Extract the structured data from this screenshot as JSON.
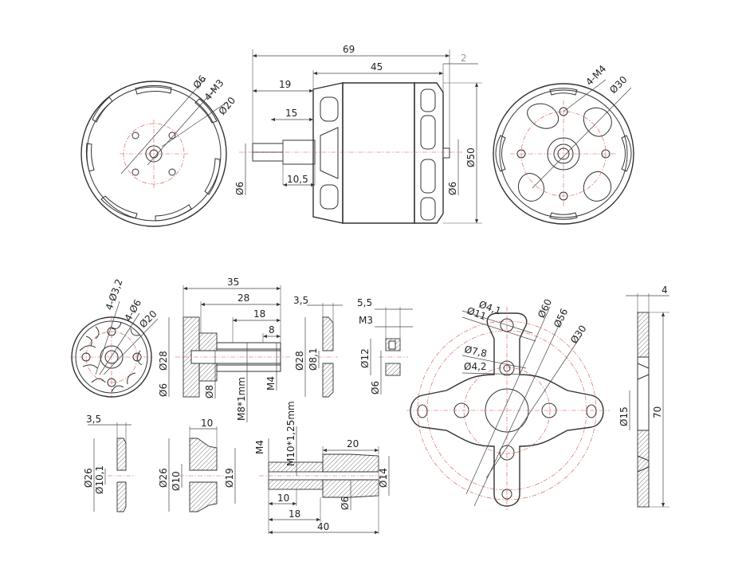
{
  "top_view": {
    "overall_length": "69",
    "body_length": "45",
    "rear_gap": "2",
    "shaft_length": "19",
    "shaft_step": "15",
    "collar_length": "10,5",
    "diameter": "Ø50",
    "shaft_dia": "Ø6",
    "rear_shaft_dia": "Ø6"
  },
  "front_view": {
    "bore": "Ø6",
    "screws": "4-M3",
    "bolt_circle": "Ø20"
  },
  "rear_view": {
    "screws": "4-M4",
    "bolt_circle": "Ø30"
  },
  "prop_adapter": {
    "holes": "4-Ø3,2",
    "bore": "4-Ø6",
    "circle": "Ø20",
    "length_total": "35",
    "length_thread": "28",
    "length_18": "18",
    "length_8": "8",
    "dia_28": "Ø28",
    "dia_6": "Ø6",
    "dia_8": "Ø8",
    "thread": "M8*1mm",
    "nut_thread": "M4"
  },
  "spinner_washer": {
    "thickness": "3,5",
    "dia": "Ø28",
    "bore": "Ø8,1"
  },
  "collar": {
    "width": "5,5",
    "screw": "M3",
    "dia": "Ø12",
    "bore": "Ø6"
  },
  "mount": {
    "hole_41": "Ø4,1",
    "hole_11": "Ø11",
    "circle_60": "Ø60",
    "circle_56": "Ø56",
    "circle_30": "Ø30",
    "hole_78": "Ø7,8",
    "hole_42": "Ø4,2"
  },
  "side_plate": {
    "thickness": "4",
    "height": "70",
    "hole": "Ø15"
  },
  "washer2": {
    "thickness": "3,5",
    "dia": "Ø26",
    "bore": "Ø10,1"
  },
  "cone": {
    "height": "10",
    "dia_26": "Ø26",
    "dia_10": "Ø10",
    "dia_19": "Ø19"
  },
  "shaft_adapter": {
    "thread": "M10*1,25mm",
    "nut": "M4",
    "len_20": "20",
    "dia_14": "Ø14",
    "len_10": "10",
    "dia_6": "Ø6",
    "len_18": "18",
    "len_40": "40"
  }
}
